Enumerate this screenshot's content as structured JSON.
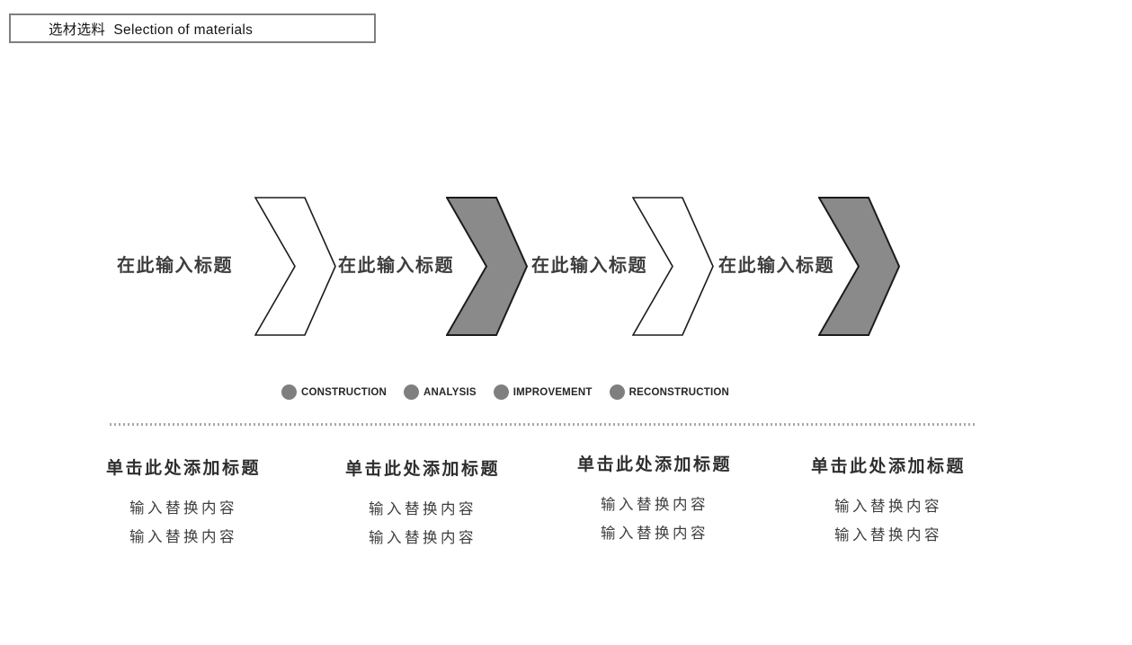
{
  "slide": {
    "title": "选材选料  Selection of materials"
  },
  "process": {
    "steps": [
      {
        "label": "在此输入标题",
        "style": "outline"
      },
      {
        "label": "在此输入标题",
        "style": "filled"
      },
      {
        "label": "在此输入标题",
        "style": "outline"
      },
      {
        "label": "在此输入标题",
        "style": "filled"
      }
    ]
  },
  "legend": {
    "items": [
      {
        "label": "CONSTRUCTION"
      },
      {
        "label": "ANALYSIS"
      },
      {
        "label": "IMPROVEMENT"
      },
      {
        "label": "RECONSTRUCTION"
      }
    ]
  },
  "columns": [
    {
      "heading": "单击此处添加标题",
      "lines": [
        "输入替换内容",
        "输入替换内容"
      ]
    },
    {
      "heading": "单击此处添加标题",
      "lines": [
        "输入替换内容",
        "输入替换内容"
      ]
    },
    {
      "heading": "单击此处添加标题",
      "lines": [
        "输入替换内容",
        "输入替换内容"
      ]
    },
    {
      "heading": "单击此处添加标题",
      "lines": [
        "输入替换内容",
        "输入替换内容"
      ]
    }
  ],
  "colors": {
    "chevron_fill_gray": "#8a8a8a",
    "chevron_outline": "#1c1c1c",
    "legend_dot": "#7f7f7f",
    "heading_text": "#2f2f2f",
    "body_text": "#3d3d3d",
    "divider": "#a8a8a8",
    "title_border": "#7f7f7f"
  }
}
